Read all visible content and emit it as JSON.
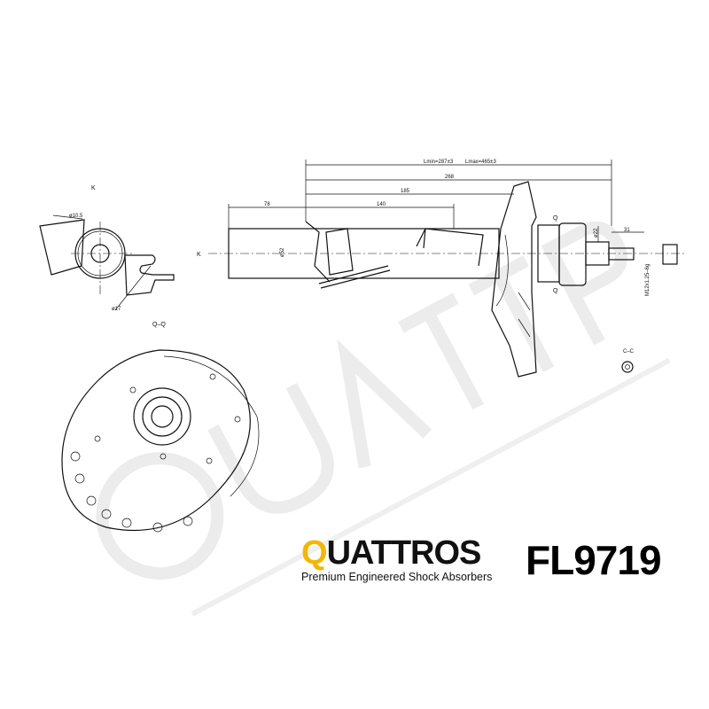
{
  "watermark": {
    "brand": "QUATTROS",
    "tagline": "Premium Engineered Shock Absorbers"
  },
  "views": {
    "k_label": "K",
    "k_arrow_label": "K",
    "qq_label": "Q–Q",
    "cc_label": "C–C",
    "q_top": "Q",
    "q_bottom": "Q"
  },
  "dimensions": {
    "hole_dia": "ø10.5",
    "slot_dia": "ø17",
    "d78": "78",
    "d140": "140",
    "d185": "185",
    "d268": "268",
    "lmin": "Lmin=287±3",
    "lmax": "Lmax=465±3",
    "tube_dia": "ø52",
    "rod_dia": "ø22",
    "d31": "31",
    "thread": "M12x1.25–6g"
  },
  "brand": {
    "name_first": "Q",
    "name_rest": "UATTROS",
    "tagline": "Premium Engineered Shock Absorbers"
  },
  "part_number": "FL9719",
  "colors": {
    "brand_accent": "#f2b705"
  }
}
